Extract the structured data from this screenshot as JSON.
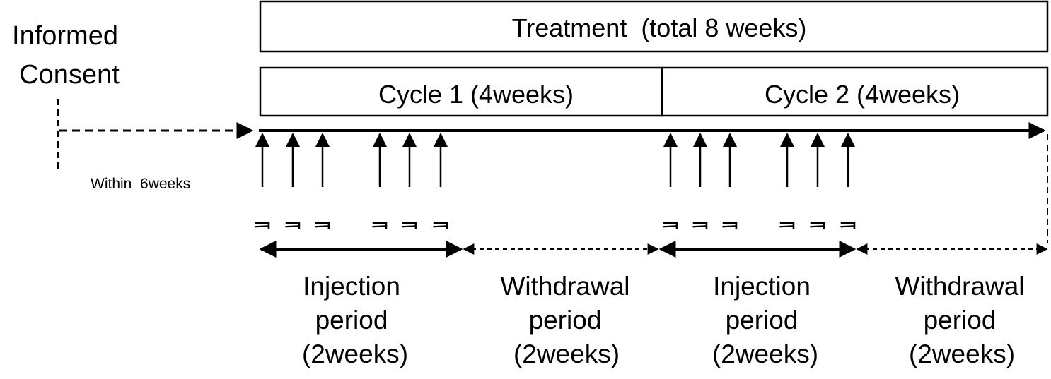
{
  "consent": {
    "line1": "Informed",
    "line2": "Consent"
  },
  "screening": {
    "label": "Within  6weeks"
  },
  "treatment": {
    "label": "Treatment  (total 8 weeks)"
  },
  "cycles": [
    {
      "label": "Cycle 1 (4weeks)"
    },
    {
      "label": "Cycle 2 (4weeks)"
    }
  ],
  "injection_glyph": "ᆿ",
  "periods": [
    {
      "line1": "Injection",
      "line2": "period",
      "line3": "(2weeks)"
    },
    {
      "line1": "Withdrawal",
      "line2": "period",
      "line3": "(2weeks)"
    },
    {
      "line1": "Injection",
      "line2": "period",
      "line3": "(2weeks)"
    },
    {
      "line1": "Withdrawal",
      "line2": "period",
      "line3": "(2weeks)"
    }
  ]
}
